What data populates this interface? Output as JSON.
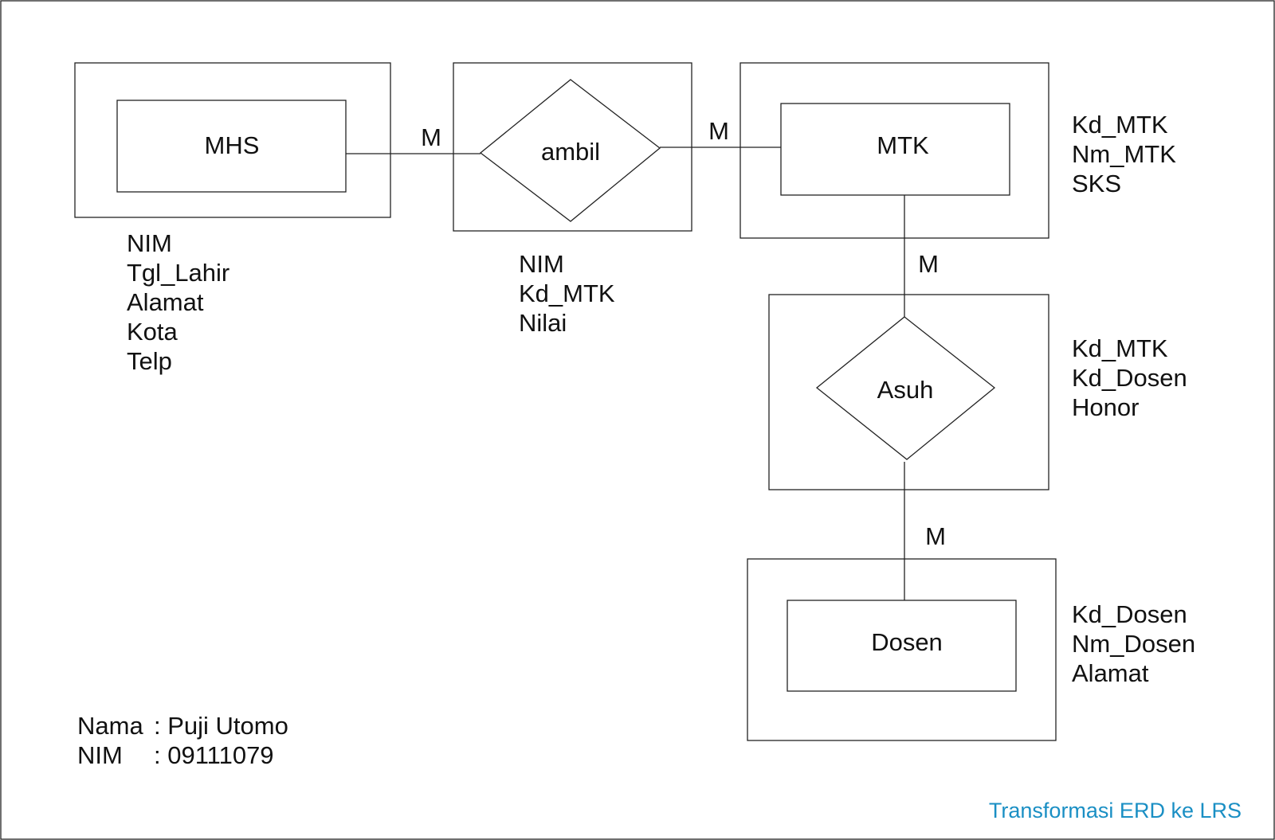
{
  "colors": {
    "line": "#222222",
    "text": "#111111",
    "footer_accent": "#1a8fc4",
    "background": "#ffffff"
  },
  "entities": {
    "mhs": {
      "label": "MHS",
      "attributes": [
        "NIM",
        "Tgl_Lahir",
        "Alamat",
        "Kota",
        "Telp"
      ]
    },
    "mtk": {
      "label": "MTK",
      "attributes": [
        "Kd_MTK",
        "Nm_MTK",
        "SKS"
      ]
    },
    "dosen": {
      "label": "Dosen",
      "attributes": [
        "Kd_Dosen",
        "Nm_Dosen",
        "Alamat"
      ]
    }
  },
  "relationships": {
    "ambil": {
      "label": "ambil",
      "attributes": [
        "NIM",
        "Kd_MTK",
        "Nilai"
      ]
    },
    "asuh": {
      "label": "Asuh",
      "attributes": [
        "Kd_MTK",
        "Kd_Dosen",
        "Honor"
      ]
    }
  },
  "cardinalities": {
    "mhs_ambil": "M",
    "ambil_mtk": "M",
    "mtk_asuh": "M",
    "asuh_dosen": "M"
  },
  "author": {
    "name_key": "Nama",
    "name_value": ": Puji Utomo",
    "nim_key": "NIM",
    "nim_value": ": 09111079"
  },
  "footer": {
    "title": "Transformasi ERD ke LRS"
  }
}
